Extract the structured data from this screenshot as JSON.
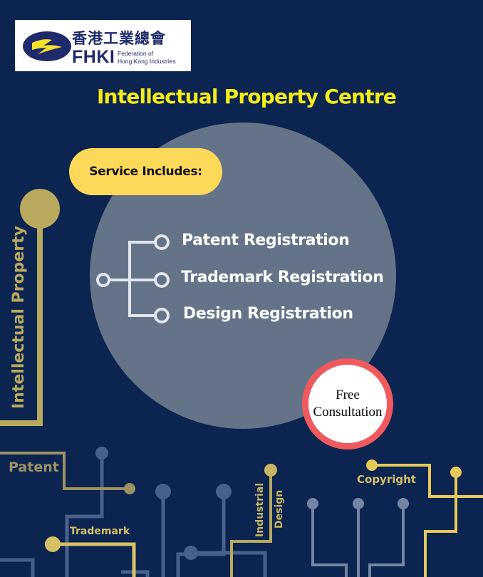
{
  "logo": {
    "chinese_name": "香港工業總會",
    "abbreviation": "FHKI",
    "english_line1": "Federation of",
    "english_line2": "Hong Kong Industries"
  },
  "title": "Intellectual Property Centre",
  "service_label": "Service Includes:",
  "services": [
    {
      "label": "Patent Registration"
    },
    {
      "label": "Trademark Registration"
    },
    {
      "label": "Design Registration"
    }
  ],
  "badge": {
    "line1": "Free",
    "line2": "Consultation"
  },
  "circuit_labels": {
    "intellectual_property": "Intellectual Property",
    "patent": "Patent",
    "trademark": "Trademark",
    "industrial": "Industrial",
    "design": "Design",
    "copyright": "Copyright"
  },
  "colors": {
    "background": "#0c2450",
    "title": "#f5ec1c",
    "pill": "#fdd95a",
    "circle": "#657389",
    "badge_ring": "#f05a5e",
    "gold_line": "#b9a95f",
    "bright_gold_line": "#e5c85a",
    "muted_line": "#47608c"
  }
}
